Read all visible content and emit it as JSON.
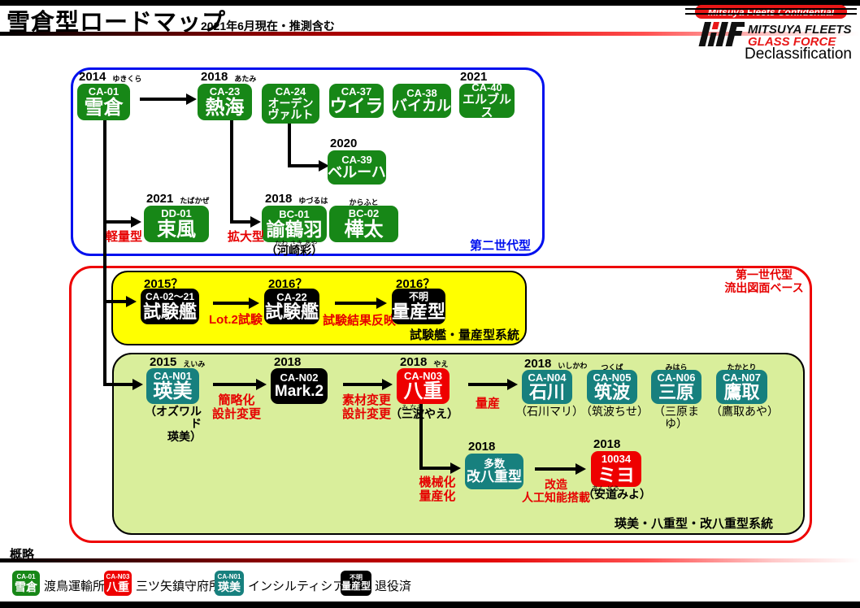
{
  "header": {
    "title": "雪倉型ロードマップ",
    "subtitle": "2021年6月現在・推測含む",
    "confidential_badge": "Mitsuya Fleets Confidential",
    "brand_line1": "MITSUYA FLEETS",
    "brand_line2": "GLASS FORCE",
    "declassification": "Declassification"
  },
  "groups": {
    "gen2": {
      "label": "第二世代型"
    },
    "gen1": {
      "label": "第一世代型\n流出図面ベース"
    },
    "test_series": {
      "label": "試験艦・量産型系統"
    },
    "emi_series": {
      "label": "瑛美・八重型・改八重型系統"
    }
  },
  "nodes": {
    "yukikura": {
      "year": "2014",
      "furigana": "ゆきくら",
      "code": "CA-01",
      "name": "雪倉"
    },
    "atami": {
      "year": "2018",
      "furigana": "あたみ",
      "code": "CA-23",
      "name": "熱海"
    },
    "odenwald": {
      "code": "CA-24",
      "name": "オーデン\nヴァルト"
    },
    "uira": {
      "code": "CA-37",
      "name": "ウイラ"
    },
    "baikal": {
      "code": "CA-38",
      "name": "バイカル"
    },
    "elbrus": {
      "year": "2021",
      "code": "CA-40",
      "name": "エルブルス"
    },
    "beluha": {
      "year": "2020",
      "code": "CA-39",
      "name": "ベルーハ"
    },
    "tabakaze": {
      "year": "2021",
      "furigana": "たばかぜ",
      "code": "DD-01",
      "name": "束風"
    },
    "yuzuruha": {
      "year": "2018",
      "furigana": "ゆづるは",
      "code": "BC-01",
      "name": "諭鶴羽",
      "caption": "（河崎彩）",
      "caption_ruby": "かわ さき あや"
    },
    "karafuto": {
      "furigana": "からふと",
      "code": "BC-02",
      "name": "樺太"
    },
    "shiken1": {
      "year": "2015？",
      "code": "CA-02～21",
      "name": "試験艦"
    },
    "shiken2": {
      "year": "2016？",
      "code": "CA-22",
      "name": "試験艦"
    },
    "ryosan": {
      "year": "2016？",
      "code": "不明",
      "name": "量産型"
    },
    "emi": {
      "year": "2015",
      "furigana": "えいみ",
      "code": "CA-N01",
      "name": "瑛美",
      "caption": "（オズワルド\n瑛美）"
    },
    "mark2": {
      "year": "2018",
      "code": "CA-N02",
      "name": "Mark.2"
    },
    "yae": {
      "year": "2018",
      "furigana": "やえ",
      "code": "CA-N03",
      "name": "八重",
      "caption": "（三波やえ）",
      "caption_ruby": "み なみ"
    },
    "ishikawa": {
      "year": "2018",
      "furigana": "いしかわ",
      "code": "CA-N04",
      "name": "石川",
      "caption": "（石川マリ）"
    },
    "tsukuba": {
      "furigana": "つくば",
      "code": "CA-N05",
      "name": "筑波",
      "caption": "（筑波ちせ）"
    },
    "mihara": {
      "furigana": "みはら",
      "code": "CA-N06",
      "name": "三原",
      "caption": "（三原まゆ）"
    },
    "takatori": {
      "furigana": "たかとり",
      "code": "CA-N07",
      "name": "鷹取",
      "caption": "（鷹取あや）"
    },
    "kaiyae": {
      "year": "2018",
      "code": "多数",
      "name": "改八重型"
    },
    "miyo": {
      "year": "2018",
      "code": "10034",
      "name": "ミヨ",
      "caption": "（安道みよ）",
      "caption_ruby": "あん どう"
    }
  },
  "edges": {
    "keiryo": "軽量型",
    "kakudai": "拡大型",
    "lot2": "Lot.2試験",
    "hanei": "試験結果反映",
    "kanryaku": "簡略化\n設計変更",
    "sozai": "素材変更\n設計変更",
    "ryosan": "量産",
    "kikai": "機械化\n量産化",
    "kaizo": "改造\n人工知能搭載"
  },
  "legend": {
    "heading": "概略",
    "items": [
      {
        "code": "CA-01",
        "name": "雪倉",
        "color": "#178717",
        "label": "渡鳥運輸所属"
      },
      {
        "code": "CA-N03",
        "name": "八重",
        "color": "#ee0000",
        "label": "三ツ矢鎮守府所属"
      },
      {
        "code": "CA-N01",
        "name": "瑛美",
        "color": "#17807e",
        "label": "インシルティシア所属"
      },
      {
        "code": "不明",
        "name": "量産型",
        "color": "#000000",
        "label": "退役済"
      }
    ]
  },
  "colors": {
    "node_green": "#178717",
    "node_teal": "#17807e",
    "node_red": "#ee0000",
    "node_black": "#000000",
    "group_blue_border": "#0010ee",
    "group_red_border": "#ee0000",
    "test_box_fill": "#ffff00",
    "emi_box_fill": "#d9ee9b",
    "edge_label_red": "#e60000",
    "badge_red": "#e81717"
  }
}
